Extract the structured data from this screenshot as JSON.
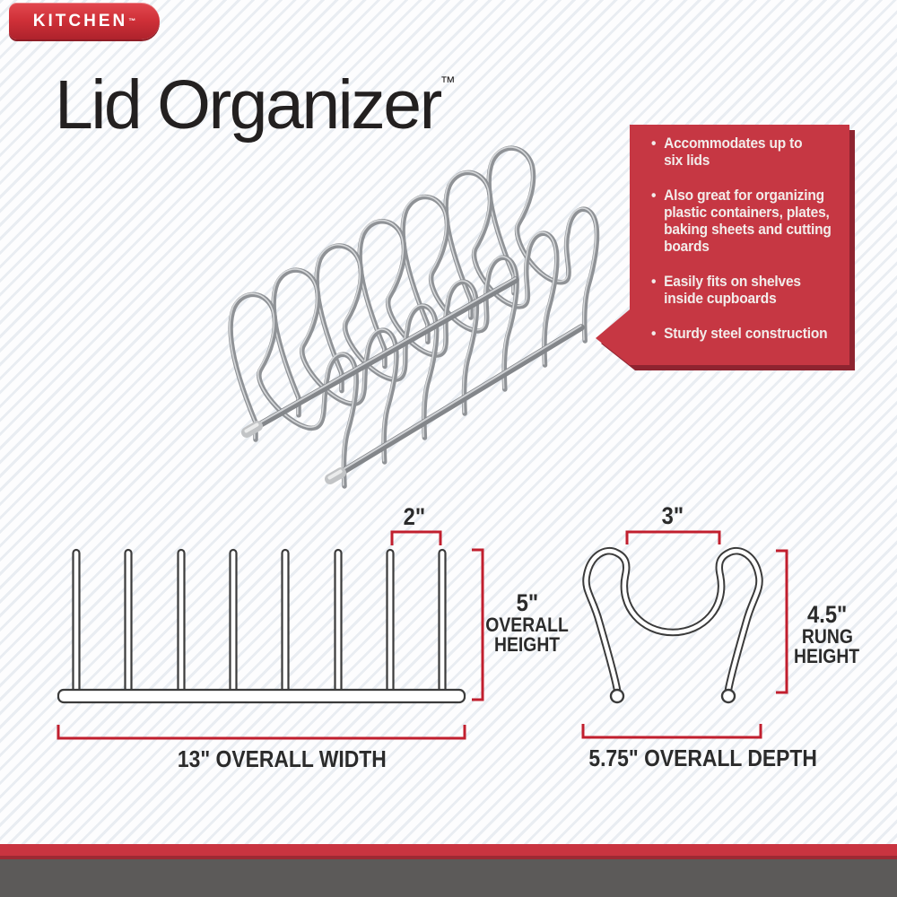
{
  "badge": {
    "label": "KITCHEN",
    "trademark": "™"
  },
  "title": {
    "text": "Lid Organizer",
    "trademark": "™"
  },
  "features": {
    "items": [
      {
        "lines": [
          "Accommodates up to",
          "six lids"
        ]
      },
      {
        "lines": [
          "Also great for organizing",
          "plastic containers, plates,",
          "baking sheets and cutting",
          "boards"
        ]
      },
      {
        "lines": [
          "Easily fits on shelves",
          "inside cupboards"
        ]
      },
      {
        "lines": [
          "Sturdy steel construction"
        ]
      }
    ]
  },
  "front_view": {
    "prong_spacing": "2\"",
    "height_value": "5\"",
    "height_caption": [
      "OVERALL",
      "HEIGHT"
    ],
    "width_label": "13\" OVERALL WIDTH"
  },
  "side_view": {
    "opening_width": "3\"",
    "height_value": "4.5\"",
    "height_caption": [
      "RUNG",
      "HEIGHT"
    ],
    "depth_label": "5.75\" OVERALL DEPTH"
  },
  "colors": {
    "brand_red": "#cf3038",
    "callout_red": "#c63743",
    "callout_shadow_red": "#8e2430",
    "dimension_red": "#c11f2e",
    "diagram_line": "#3b3b3b",
    "chrome_gray": "#8f9296",
    "footer_red": "#c93440",
    "footer_dark_red": "#9d2a34",
    "footer_gray": "#5c5a59",
    "stripe_gray": "#e9edf2"
  }
}
